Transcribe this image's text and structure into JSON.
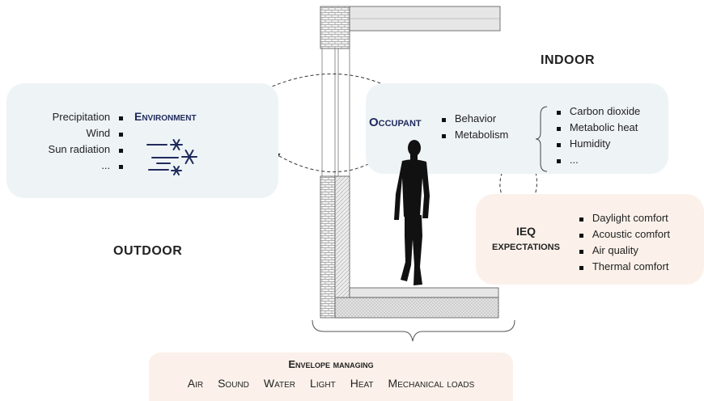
{
  "indoor_label": "INDOOR",
  "outdoor_label": "OUTDOOR",
  "environment": {
    "title": "Environment",
    "items": [
      "Precipitation",
      "Wind",
      "Sun radiation",
      "..."
    ]
  },
  "occupant": {
    "title": "Occupant",
    "items": [
      "Behavior",
      "Metabolism"
    ],
    "outputs": [
      "Carbon dioxide",
      "Metabolic heat",
      "Humidity",
      "..."
    ]
  },
  "ieq": {
    "title_line1": "IEQ",
    "title_line2": "EXPECTATIONS",
    "items": [
      "Daylight comfort",
      "Acoustic comfort",
      "Air quality",
      "Thermal comfort"
    ]
  },
  "envelope": {
    "title": "Envelope managing",
    "items": [
      "Air",
      "Sound",
      "Water",
      "Light",
      "Heat",
      "Mechanical loads"
    ]
  },
  "colors": {
    "accent_title": "#1f2a5c",
    "panel_blue": "#eef3f6",
    "panel_peach": "#fbf1ea",
    "wall_gray": "#e6e6e6"
  }
}
